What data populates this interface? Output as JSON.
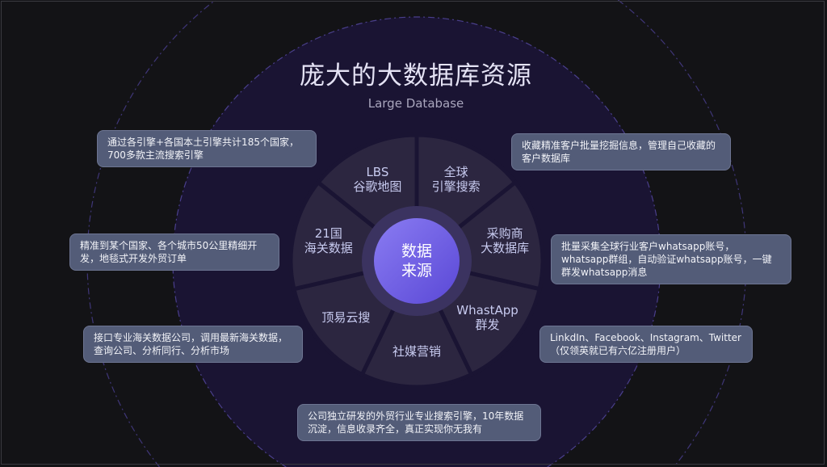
{
  "title": "庞大的大数据库资源",
  "subtitle": "Large Database",
  "center": {
    "line1": "数据",
    "line2": "来源"
  },
  "segments": [
    {
      "line1": "全球",
      "line2": "引擎搜索"
    },
    {
      "line1": "采购商",
      "line2": "大数据库"
    },
    {
      "line1": "WhastApp",
      "line2": "群发"
    },
    {
      "line1": "社媒营销",
      "line2": ""
    },
    {
      "line1": "顶易云搜",
      "line2": ""
    },
    {
      "line1": "21国",
      "line2": "海关数据"
    },
    {
      "line1": "LBS",
      "line2": "谷歌地图"
    }
  ],
  "descriptions": {
    "global_search": "通过各引擎+各国本土引擎共计185个国家，700多款主流搜索引擎",
    "buyer_db": "收藏精准客户批量挖掘信息，管理自己收藏的客户数据库",
    "whatsapp": "批量采集全球行业客户whatsapp账号，whatsapp群组，自动验证whatsapp账号，一键群发whatsapp消息",
    "social": "LinkdIn、Facebook、Instagram、Twitter（仅领英就已有六亿注册用户）",
    "cloud_search": "公司独立研发的外贸行业专业搜索引擎，10年数据沉淀，信息收录齐全，真正实现你无我有",
    "customs": "接口专业海关数据公司，调用最新海关数据，查询公司、分析同行、分析市场",
    "lbs": "精准到某个国家、各个城市50公里精细开发，地毯式开发外贸订单"
  },
  "colors": {
    "background": "#131316",
    "halo": "#1a1433",
    "wheel": "#2c2640",
    "core": "#6c5ce7",
    "box": "#535c78"
  }
}
